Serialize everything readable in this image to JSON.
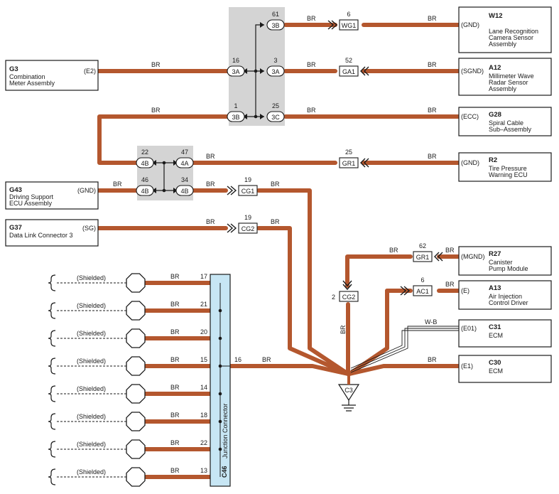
{
  "wire_color": "BR",
  "wire_color_hex": "#b4572e",
  "ground_wire_color": "W-B",
  "junction_fill_hex": "#c7e6f4",
  "shield_label": "(Shielded)",
  "ground_point": "C3",
  "junction_connector": {
    "id": "C46",
    "name": "Junction Connector"
  },
  "components": [
    {
      "key": "w12",
      "code": "W12",
      "lines": [
        "Lane Recognition",
        "Camera Sensor",
        "Assembly"
      ],
      "pin_label": "(GND)"
    },
    {
      "key": "a12",
      "code": "A12",
      "lines": [
        "Millimeter Wave",
        "Radar Sensor",
        "Assembly"
      ],
      "pin_label": "(SGND)"
    },
    {
      "key": "g28",
      "code": "G28",
      "lines": [
        "Spiral Cable",
        "Sub–Assembly"
      ],
      "pin_label": "(ECC)"
    },
    {
      "key": "r2",
      "code": "R2",
      "lines": [
        "Tire Pressure",
        "Warning ECU"
      ],
      "pin_label": "(GND)"
    },
    {
      "key": "r27",
      "code": "R27",
      "lines": [
        "Canister",
        "Pump Module"
      ],
      "pin_label": "(MGND)"
    },
    {
      "key": "a13",
      "code": "A13",
      "lines": [
        "Air Injection",
        "Control Driver"
      ],
      "pin_label": "(E)"
    },
    {
      "key": "c31",
      "code": "C31",
      "lines": [
        "ECM"
      ],
      "pin_label": "(E01)"
    },
    {
      "key": "c30",
      "code": "C30",
      "lines": [
        "ECM"
      ],
      "pin_label": "(E1)"
    },
    {
      "key": "g3",
      "code": "G3",
      "lines": [
        "Combination",
        "Meter Assembly"
      ],
      "pin_label": "(E2)"
    },
    {
      "key": "g43",
      "code": "G43",
      "lines": [
        "Driving Support",
        "ECU Assembly"
      ],
      "pin_label": "(GND)"
    },
    {
      "key": "g37",
      "code": "G37",
      "lines": [
        "Data Link Connector 3"
      ],
      "pin_label": "(SG)"
    }
  ],
  "inline_connectors": {
    "wg1": {
      "code": "WG1",
      "pin": "6"
    },
    "ga1": {
      "code": "GA1",
      "pin": "52"
    },
    "gr1_r2": {
      "code": "GR1",
      "pin": "25"
    },
    "cg1": {
      "code": "CG1",
      "pin": "19"
    },
    "cg2_g37": {
      "code": "CG2",
      "pin": "19"
    },
    "gr1_r27": {
      "code": "GR1",
      "pin": "62"
    },
    "ac1": {
      "code": "AC1",
      "pin": "6"
    },
    "cg2_vertical": {
      "code": "CG2",
      "pin": "2"
    }
  },
  "junction_block_upper": {
    "pills": [
      {
        "code": "3B",
        "pin": "61"
      },
      {
        "code": "3A",
        "pin": "16"
      },
      {
        "code": "3A",
        "pin": "3"
      },
      {
        "code": "3B",
        "pin": "1"
      },
      {
        "code": "3C",
        "pin": "25"
      }
    ]
  },
  "junction_block_lower": {
    "pills": [
      {
        "code": "4B",
        "pin": "22"
      },
      {
        "code": "4A",
        "pin": "47"
      },
      {
        "code": "4B",
        "pin": "46"
      },
      {
        "code": "4B",
        "pin": "34"
      }
    ]
  },
  "shield_pins": [
    "17",
    "21",
    "20",
    "15",
    "14",
    "18",
    "22",
    "13"
  ],
  "c46_out_pin": "16"
}
